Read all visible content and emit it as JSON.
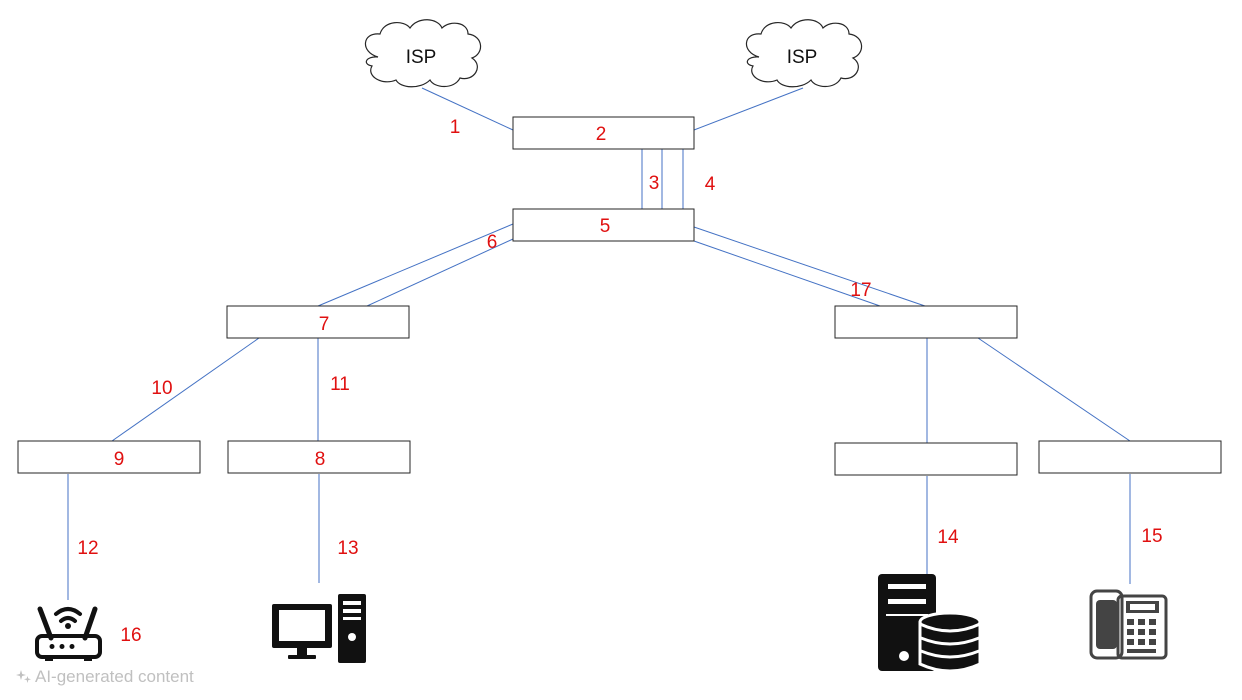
{
  "clouds": [
    {
      "id": "isp-left",
      "label": "ISP"
    },
    {
      "id": "isp-right",
      "label": "ISP"
    }
  ],
  "nodes": [
    {
      "id": "node-2",
      "label": "2"
    },
    {
      "id": "node-5",
      "label": "5"
    },
    {
      "id": "node-7",
      "label": "7"
    },
    {
      "id": "node-9",
      "label": "9"
    },
    {
      "id": "node-8",
      "label": "8"
    },
    {
      "id": "node-right-mid",
      "label": ""
    },
    {
      "id": "node-right-bottom-left",
      "label": ""
    },
    {
      "id": "node-right-bottom-right",
      "label": ""
    }
  ],
  "link_labels": {
    "l1": "1",
    "l3": "3",
    "l4": "4",
    "l6": "6",
    "l10": "10",
    "l11": "11",
    "l12": "12",
    "l13": "13",
    "l14": "14",
    "l15": "15",
    "l16": "16",
    "l17": "17"
  },
  "devices": [
    "wifi-router",
    "desktop-computer",
    "database-server",
    "desk-phone"
  ],
  "colors": {
    "link": "#4472c4",
    "label": "#e01010",
    "box_stroke": "#262626"
  },
  "footer": {
    "text": "AI-generated content",
    "icon": "sparkle-icon"
  }
}
